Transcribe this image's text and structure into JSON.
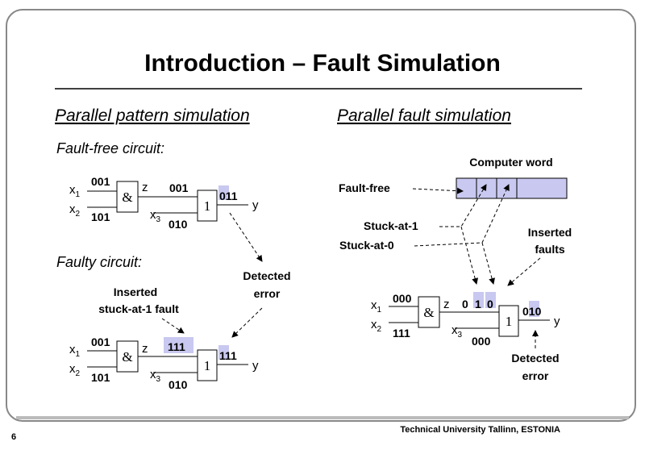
{
  "slide": {
    "title": "Introduction – Fault Simulation",
    "page_number": "6",
    "footer": "Technical University Tallinn, ESTONIA"
  },
  "left": {
    "heading": "Parallel pattern simulation",
    "fault_free_label": "Fault-free circuit:",
    "faulty_label": "Faulty circuit:",
    "detected_error": [
      "Detected",
      "error"
    ],
    "inserted_fault": [
      "Inserted",
      "stuck-at-1 fault"
    ],
    "circuit1": {
      "x1": "001",
      "x2": "101",
      "z": "001",
      "x3": "010",
      "y": "011",
      "and_symbol": "&",
      "or_symbol": "1",
      "out_label": "y",
      "z_label": "z"
    },
    "circuit2": {
      "x1": "001",
      "x2": "101",
      "z": "111",
      "x3": "010",
      "y": "111",
      "and_symbol": "&",
      "or_symbol": "1",
      "out_label": "y",
      "z_label": "z"
    }
  },
  "right": {
    "heading": "Parallel fault simulation",
    "computer_word": "Computer word",
    "fault_free": "Fault-free",
    "stuck_at_1": "Stuck-at-1",
    "stuck_at_0": "Stuck-at-0",
    "inserted_faults": [
      "Inserted",
      "faults"
    ],
    "detected_error": [
      "Detected",
      "error"
    ],
    "circuit": {
      "x1": "000",
      "x2": "111",
      "z_bits": [
        "0",
        "1",
        "0"
      ],
      "x3": "000",
      "y": "010",
      "and_symbol": "&",
      "or_symbol": "1",
      "out_label": "y",
      "z_label": "z"
    }
  },
  "colors": {
    "highlight": "#c8c8f0",
    "word_fill": "#c8c8f0"
  }
}
